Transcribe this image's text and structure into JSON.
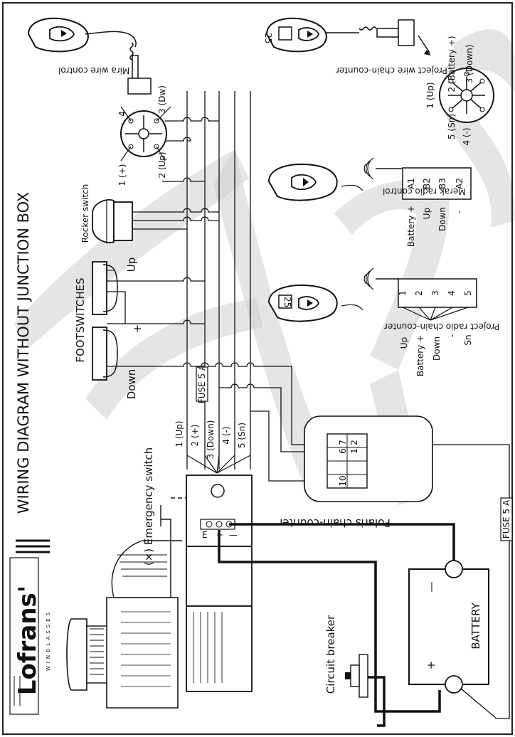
{
  "title": "WIRING DIAGRAM WITHOUT JUNCTION BOX",
  "brand": {
    "name": "Lofrans'",
    "tagline": "WINDLASSES"
  },
  "watermark": "ans",
  "labels": {
    "mira_wire": "Mira wire control",
    "project_wire": "Project wire chain-counter",
    "merak_radio": "Merak radio control",
    "project_radio": "Project radio chain-counter",
    "polaris": "Polaris chain-counter",
    "rocker_switch": "Rocker switch",
    "footswitches": "FOOTSWITCHES",
    "fs_up": "Up",
    "fs_down": "Down",
    "fs_plus": "+",
    "emergency": "(×) Emergency switch",
    "circuit_breaker": "Circuit breaker",
    "battery": "BATTERY",
    "bat_plus": "+",
    "bat_minus": "—",
    "fuse_inline": "FUSE 5 A",
    "fuse_battery": "FUSE 5 A",
    "display_25": "25"
  },
  "motor_terminals": [
    "E",
    "+",
    "—"
  ],
  "plug4": [
    "4",
    "3 (Dw)",
    "1 (+)",
    "2 (Up)"
  ],
  "plug5": [
    "1 (Up)",
    "2 (Battery +)",
    "3 (Down)",
    "5 (Sn)",
    "4 (-)"
  ],
  "harness": [
    "1 (Up)",
    "2 (+)",
    "3 (Down)",
    "4 (-)",
    "5 (Sn)"
  ],
  "merak_terms": [
    "A1",
    "B2",
    "B3",
    "A2"
  ],
  "merak_sigs": [
    "Battery +",
    "Up",
    "Down",
    "-"
  ],
  "radio_terms": [
    "1",
    "2",
    "3",
    "4",
    "5"
  ],
  "radio_sigs": [
    "Up",
    "Battery +",
    "Down",
    "-",
    "Sn"
  ],
  "polaris_pins": [
    "7",
    "6",
    "2",
    "1",
    "10"
  ]
}
